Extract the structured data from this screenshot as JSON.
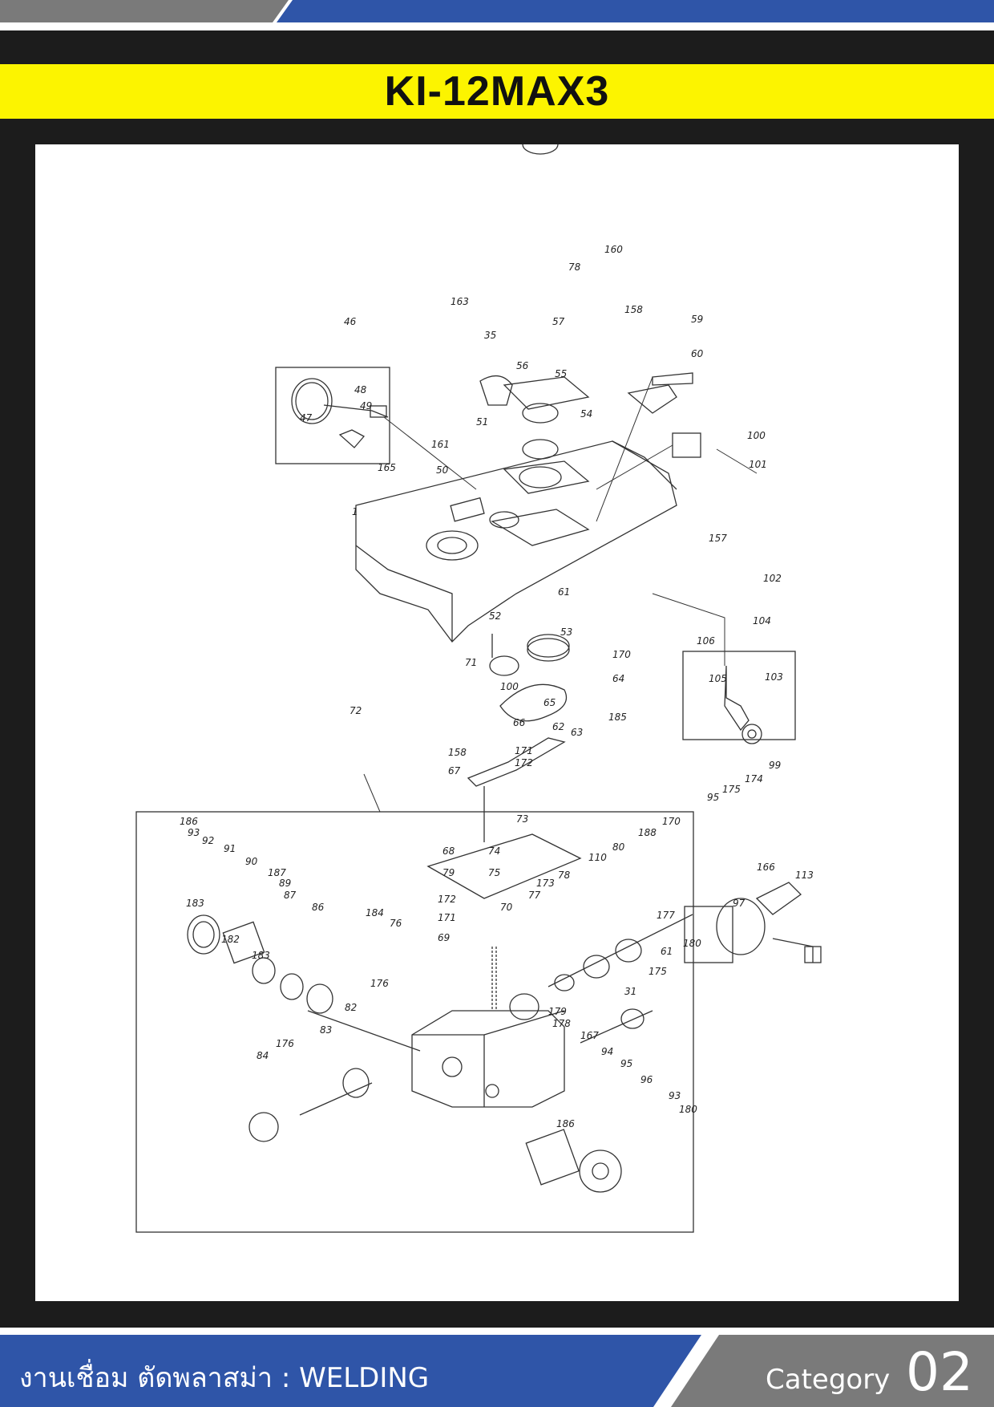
{
  "header": {
    "title": "KI-12MAX3"
  },
  "colors": {
    "accent_blue": "#2f55a8",
    "gray": "#7a7a7a",
    "yellow": "#fcf400",
    "frame": "#1c1c1c"
  },
  "footer": {
    "category_thai": "งานเชื่อม ตัดพลาสม่า : WELDING",
    "category_label": "Category",
    "category_number": "02"
  },
  "diagram": {
    "labels": [
      "160",
      "78",
      "163",
      "59",
      "158",
      "57",
      "35",
      "46",
      "60",
      "56",
      "55",
      "48",
      "49",
      "47",
      "54",
      "51",
      "100",
      "161",
      "101",
      "50",
      "165",
      "1",
      "157",
      "102",
      "61",
      "52",
      "53",
      "104",
      "106",
      "71",
      "170",
      "100",
      "105",
      "103",
      "64",
      "65",
      "72",
      "66",
      "62",
      "63",
      "185",
      "158",
      "171",
      "172",
      "67",
      "99",
      "174",
      "175",
      "95",
      "73",
      "188",
      "170",
      "186",
      "93",
      "92",
      "91",
      "90",
      "68",
      "74",
      "80",
      "110",
      "187",
      "79",
      "75",
      "78",
      "172",
      "89",
      "87",
      "173",
      "97",
      "113",
      "77",
      "166",
      "177",
      "171",
      "70",
      "183",
      "182",
      "69",
      "86",
      "184",
      "76",
      "176",
      "180",
      "183",
      "61",
      "82",
      "179",
      "175",
      "31",
      "83",
      "178",
      "167",
      "94",
      "95",
      "84",
      "176",
      "96",
      "93",
      "180",
      "186"
    ]
  }
}
